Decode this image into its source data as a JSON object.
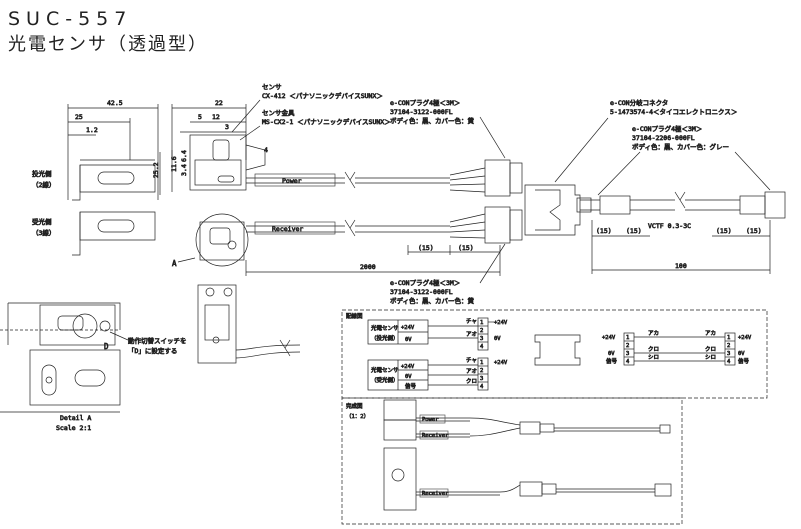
{
  "title": {
    "model": "SUC-557",
    "name": "光電センサ（透過型）"
  },
  "emitter": {
    "label": "投光側",
    "wires": "（2線）"
  },
  "receiver": {
    "label": "受光側",
    "wires": "（3線）"
  },
  "dimensions": {
    "d425": "42.5",
    "d25": "25",
    "d12": "1.2",
    "d22": "22",
    "d5": "5",
    "d12b": "12",
    "d3": "3",
    "d252": "25.2",
    "d116": "11.6",
    "d64": "6.4",
    "d34": "3.4",
    "d4": "4",
    "d2000": "2000",
    "d100": "100",
    "d15": "(15)"
  },
  "notes": {
    "sensor": "センサ",
    "sensor_model": "CX-412 ＜パナソニックデバイスSUNX＞",
    "bracket": "センサ金具",
    "bracket_model": "MS-CX2-1 ＜パナソニックデバイスSUNX＞",
    "plug_top": "e-CONプラグ4極＜3M＞",
    "plug_top_pn": "37104-3122-000FL",
    "plug_top_color": "ボディ色：黒、カバー色：黄",
    "branch": "e-CON分岐コネクタ",
    "branch_pn": "5-1473574-4＜タイコエレクトロニクス＞",
    "plug_right": "e-CONプラグ4極＜3M＞",
    "plug_right_pn": "37104-2206-000FL",
    "plug_right_color": "ボディ色：黒、カバー色：グレー",
    "plug_bottom": "e-CONプラグ4極＜3M＞",
    "plug_bottom_pn": "37104-3122-000FL",
    "plug_bottom_color": "ボディ色：黒、カバー色：黄",
    "cable": "VCTF 0.3-3C",
    "power": "Power",
    "receiver_cable": "Receiver",
    "switch_note1": "動作切替スイッチを",
    "switch_note2": "「D」に設定する",
    "detail_a": "Detail A",
    "scale": "Scale 2:1",
    "a_mark": "A",
    "d_mark": "D"
  },
  "wiring": {
    "title": "配線図",
    "emitter_box": "光電センサ",
    "emitter_sub": "（投光側）",
    "receiver_box": "光電センサ",
    "receiver_sub": "（受光側）",
    "v24": "+24V",
    "v0": "0V",
    "signal": "信号",
    "brown": "チャ",
    "blue": "アオ",
    "black": "クロ",
    "red": "アカ",
    "white": "シロ",
    "p24": "+24V",
    "p0": "0V"
  },
  "layout_view": {
    "title": "完成図",
    "scale": "（1：2）",
    "power": "Power",
    "receiver": "Receiver"
  }
}
